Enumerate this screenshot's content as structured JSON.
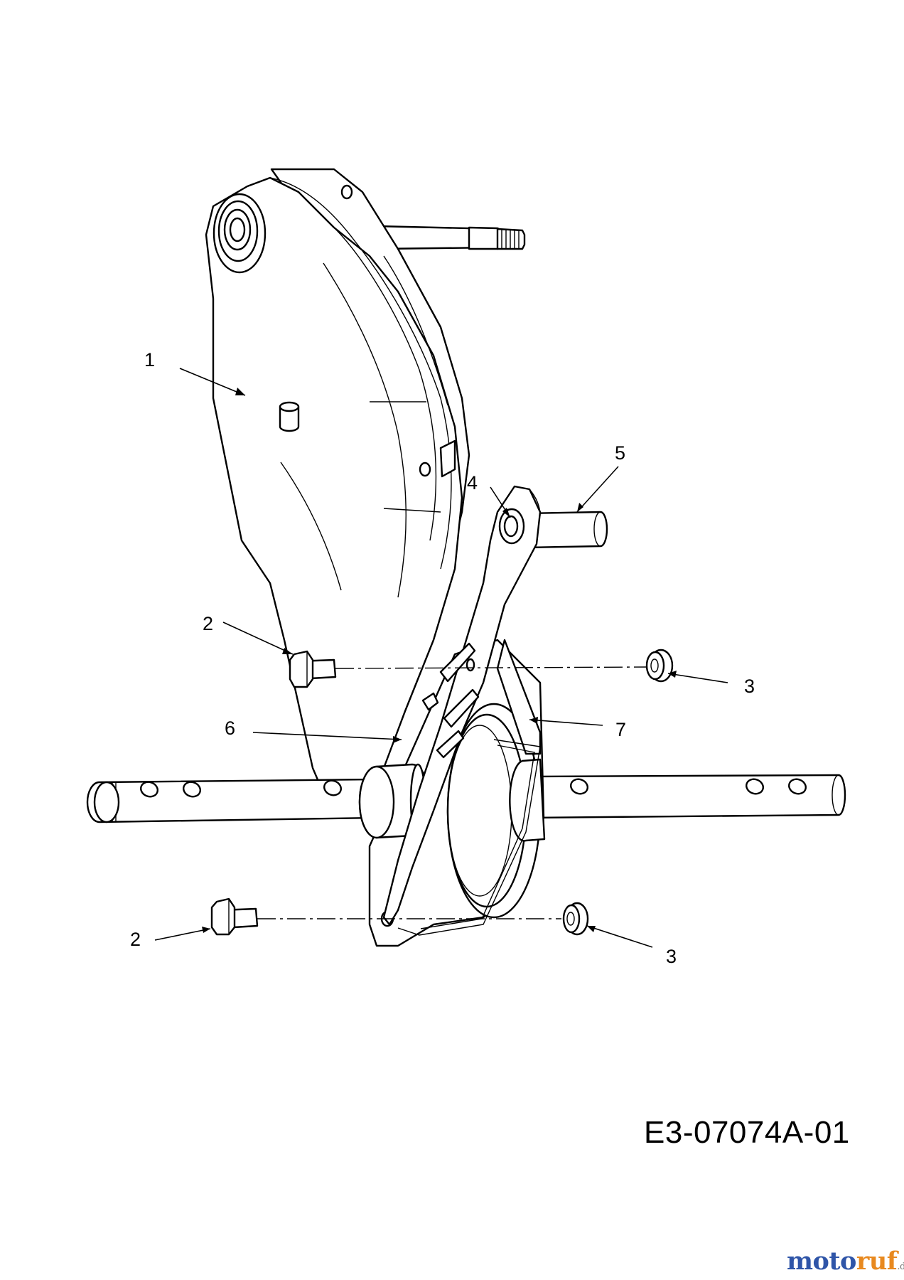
{
  "drawing": {
    "code": "E3-07074A-01",
    "callouts": [
      {
        "id": "c1",
        "label": "1"
      },
      {
        "id": "c2a",
        "label": "2"
      },
      {
        "id": "c2b",
        "label": "2"
      },
      {
        "id": "c3a",
        "label": "3"
      },
      {
        "id": "c3b",
        "label": "3"
      },
      {
        "id": "c4",
        "label": "4"
      },
      {
        "id": "c5",
        "label": "5"
      },
      {
        "id": "c6",
        "label": "6"
      },
      {
        "id": "c7",
        "label": "7"
      }
    ]
  },
  "watermark": {
    "part_blue": "moto",
    "part_orange": "ruf",
    "suffix": ".de",
    "colors": {
      "blue": "#2f55a8",
      "orange": "#e8891f"
    }
  }
}
